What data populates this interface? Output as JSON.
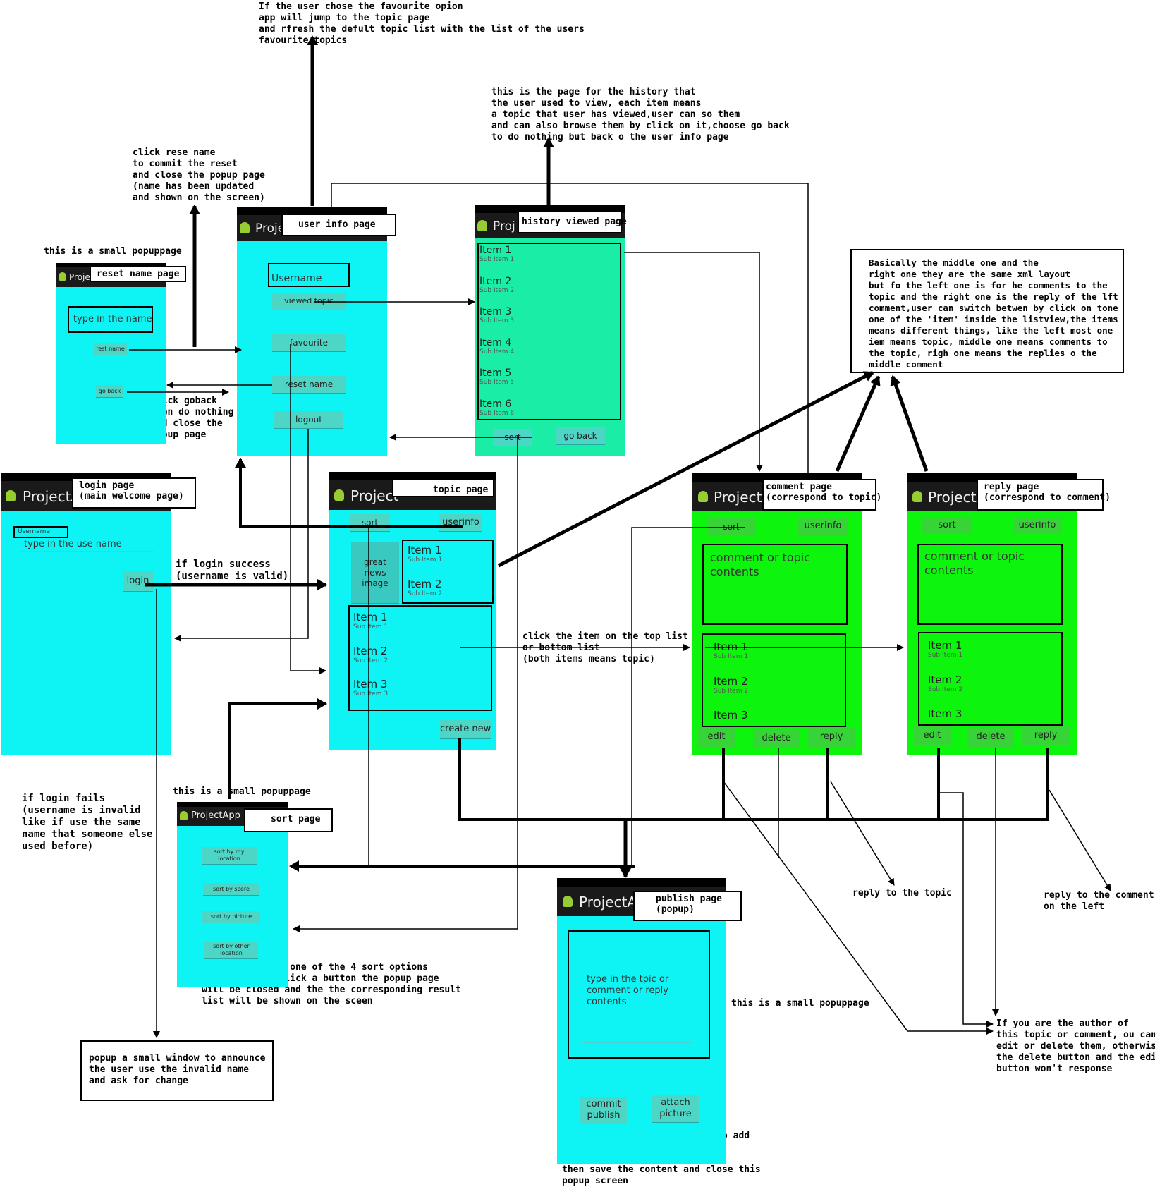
{
  "colors": {
    "cyan_screen": "#0ef3f3",
    "teal_screen": "#1aeda6",
    "green_screen": "#0df50d",
    "button": "#4dd6c6"
  },
  "notes": {
    "favourite": "If the user chose the favourite opion\napp will jump to the topic page\nand rfresh the defult topic list with the list of the users\nfavourite topics",
    "history": "this is the page for the history that\nthe user used to view, each item means\na topic that user has viewed,user can so them\nand can also browse them by click on it,choose go back\nto do nothing but back o the user info page",
    "reset_commit": "click rese name\nto commit the reset\nand close the popup page\n(name has been updated\nand shown on the screen)",
    "small_popup_1": "this is a small popuppage",
    "go_back": "click goback\nthen do nothing\nand close the\npopup page",
    "layout_note": "Basically the middle one and the\nright one they are the same xml layout\nbut fo the left one is for he comments to the\ntopic and the right one is the reply of the lft\ncomment,user can switch betwen by click on tone\none of the 'item' inside the listview,the items\nmeans different things, like the left most one\niem means topic, middle one means comments to\nthe topic, righ one means the replies o the\nmiddle comment",
    "login_success": "if login success\n(username is valid)",
    "click_item": "click the item on the top list\nor bottom list\n(both items means topic)",
    "login_fails": "if login fails\n(username is invalid\nlike if use the same\nname that someone else\nused before)",
    "small_popup_2": "this is a small popuppage",
    "sort_options": "user can select one of the 4 sort options\nonce the user click a button the popup page\nwill be closed and the the corresponding result\nlist will be shown on the sceen",
    "small_popup_3": "this is a small popuppage",
    "reply_topic": "reply to the topic",
    "reply_comment": "reply to the comment\non the left",
    "author": "If you are the author of\nthis topic or comment, ou can\nedit or delete them, otherwise\nthe delete button and the edit\nbutton won't response",
    "invalid_popup": "popup a small window to announce\nthe user use the invalid name\nand ask for change",
    "publish_note": "selec attach picture option to add\na picture o the contents\nselect commit publish button\nthen save the content and close this\npopup screen"
  },
  "screens": {
    "reset": {
      "app_title": "Proje",
      "title": "reset name page",
      "input": "type in the name",
      "reset_btn": "rest name",
      "back_btn": "go back"
    },
    "userinfo": {
      "app_title": "Proje",
      "title": "user info page",
      "username": "Username",
      "viewed": "viewed topic",
      "favourite": "favourite",
      "reset": "reset name",
      "logout": "logout"
    },
    "history": {
      "app_title": "Proj",
      "title": "history viewed page",
      "items": [
        {
          "t": "Item 1",
          "s": "Sub Item 1"
        },
        {
          "t": "Item 2",
          "s": "Sub Item 2"
        },
        {
          "t": "Item 3",
          "s": "Sub Item 3"
        },
        {
          "t": "Item 4",
          "s": "Sub Item 4"
        },
        {
          "t": "Item 5",
          "s": "Sub Item 5"
        },
        {
          "t": "Item 6",
          "s": "Sub Item 6"
        }
      ],
      "sort": "sort",
      "back": "go back"
    },
    "login": {
      "app_title": "ProjectA",
      "title": "login page\n(main welcome page)",
      "username_label": "Username",
      "input": "type in the use name",
      "login": "login"
    },
    "topic": {
      "app_title": "Project",
      "title": "topic page",
      "sort": "sort",
      "userinfo": "userinfo",
      "image": "great\nnews\nimage",
      "top_items": [
        {
          "t": "Item 1",
          "s": "Sub Item 1"
        },
        {
          "t": "Item 2",
          "s": "Sub Item 2"
        }
      ],
      "bottom_items": [
        {
          "t": "Item 1",
          "s": "Sub Item 1"
        },
        {
          "t": "Item 2",
          "s": "Sub Item 2"
        },
        {
          "t": "Item 3",
          "s": "Sub Item 3"
        }
      ],
      "create": "create new"
    },
    "comment": {
      "app_title": "ProjectA",
      "title": "comment page\n(correspond to topic)",
      "sort": "sort",
      "userinfo": "userinfo",
      "contents": "comment or topic\ncontents",
      "items": [
        {
          "t": "Item 1",
          "s": "Sub Item 1"
        },
        {
          "t": "Item 2",
          "s": "Sub Item 2"
        },
        {
          "t": "Item 3",
          "s": ""
        }
      ],
      "edit": "edit",
      "delete": "delete",
      "reply": "reply"
    },
    "reply": {
      "app_title": "ProjectA",
      "title": "reply page\n(correspond to comment)",
      "sort": "sort",
      "userinfo": "userinfo",
      "contents": "comment or topic\ncontents",
      "items": [
        {
          "t": "Item 1",
          "s": "Sub Item 1"
        },
        {
          "t": "Item 2",
          "s": "Sub Item 2"
        },
        {
          "t": "Item 3",
          "s": ""
        }
      ],
      "edit": "edit",
      "delete": "delete",
      "reply": "reply"
    },
    "sort": {
      "app_title": "ProjectApp",
      "title": "sort page",
      "b1": "sort by my\nlocation",
      "b2": "sort by score",
      "b3": "sort by picture",
      "b4": "sort by other\nlocation"
    },
    "publish": {
      "app_title": "ProjectA",
      "title": "publish page\n(popup)",
      "input": "type in the tpic or\ncomment or reply\ncontents",
      "commit": "commit\npublish",
      "attach": "attach\npicture"
    }
  }
}
